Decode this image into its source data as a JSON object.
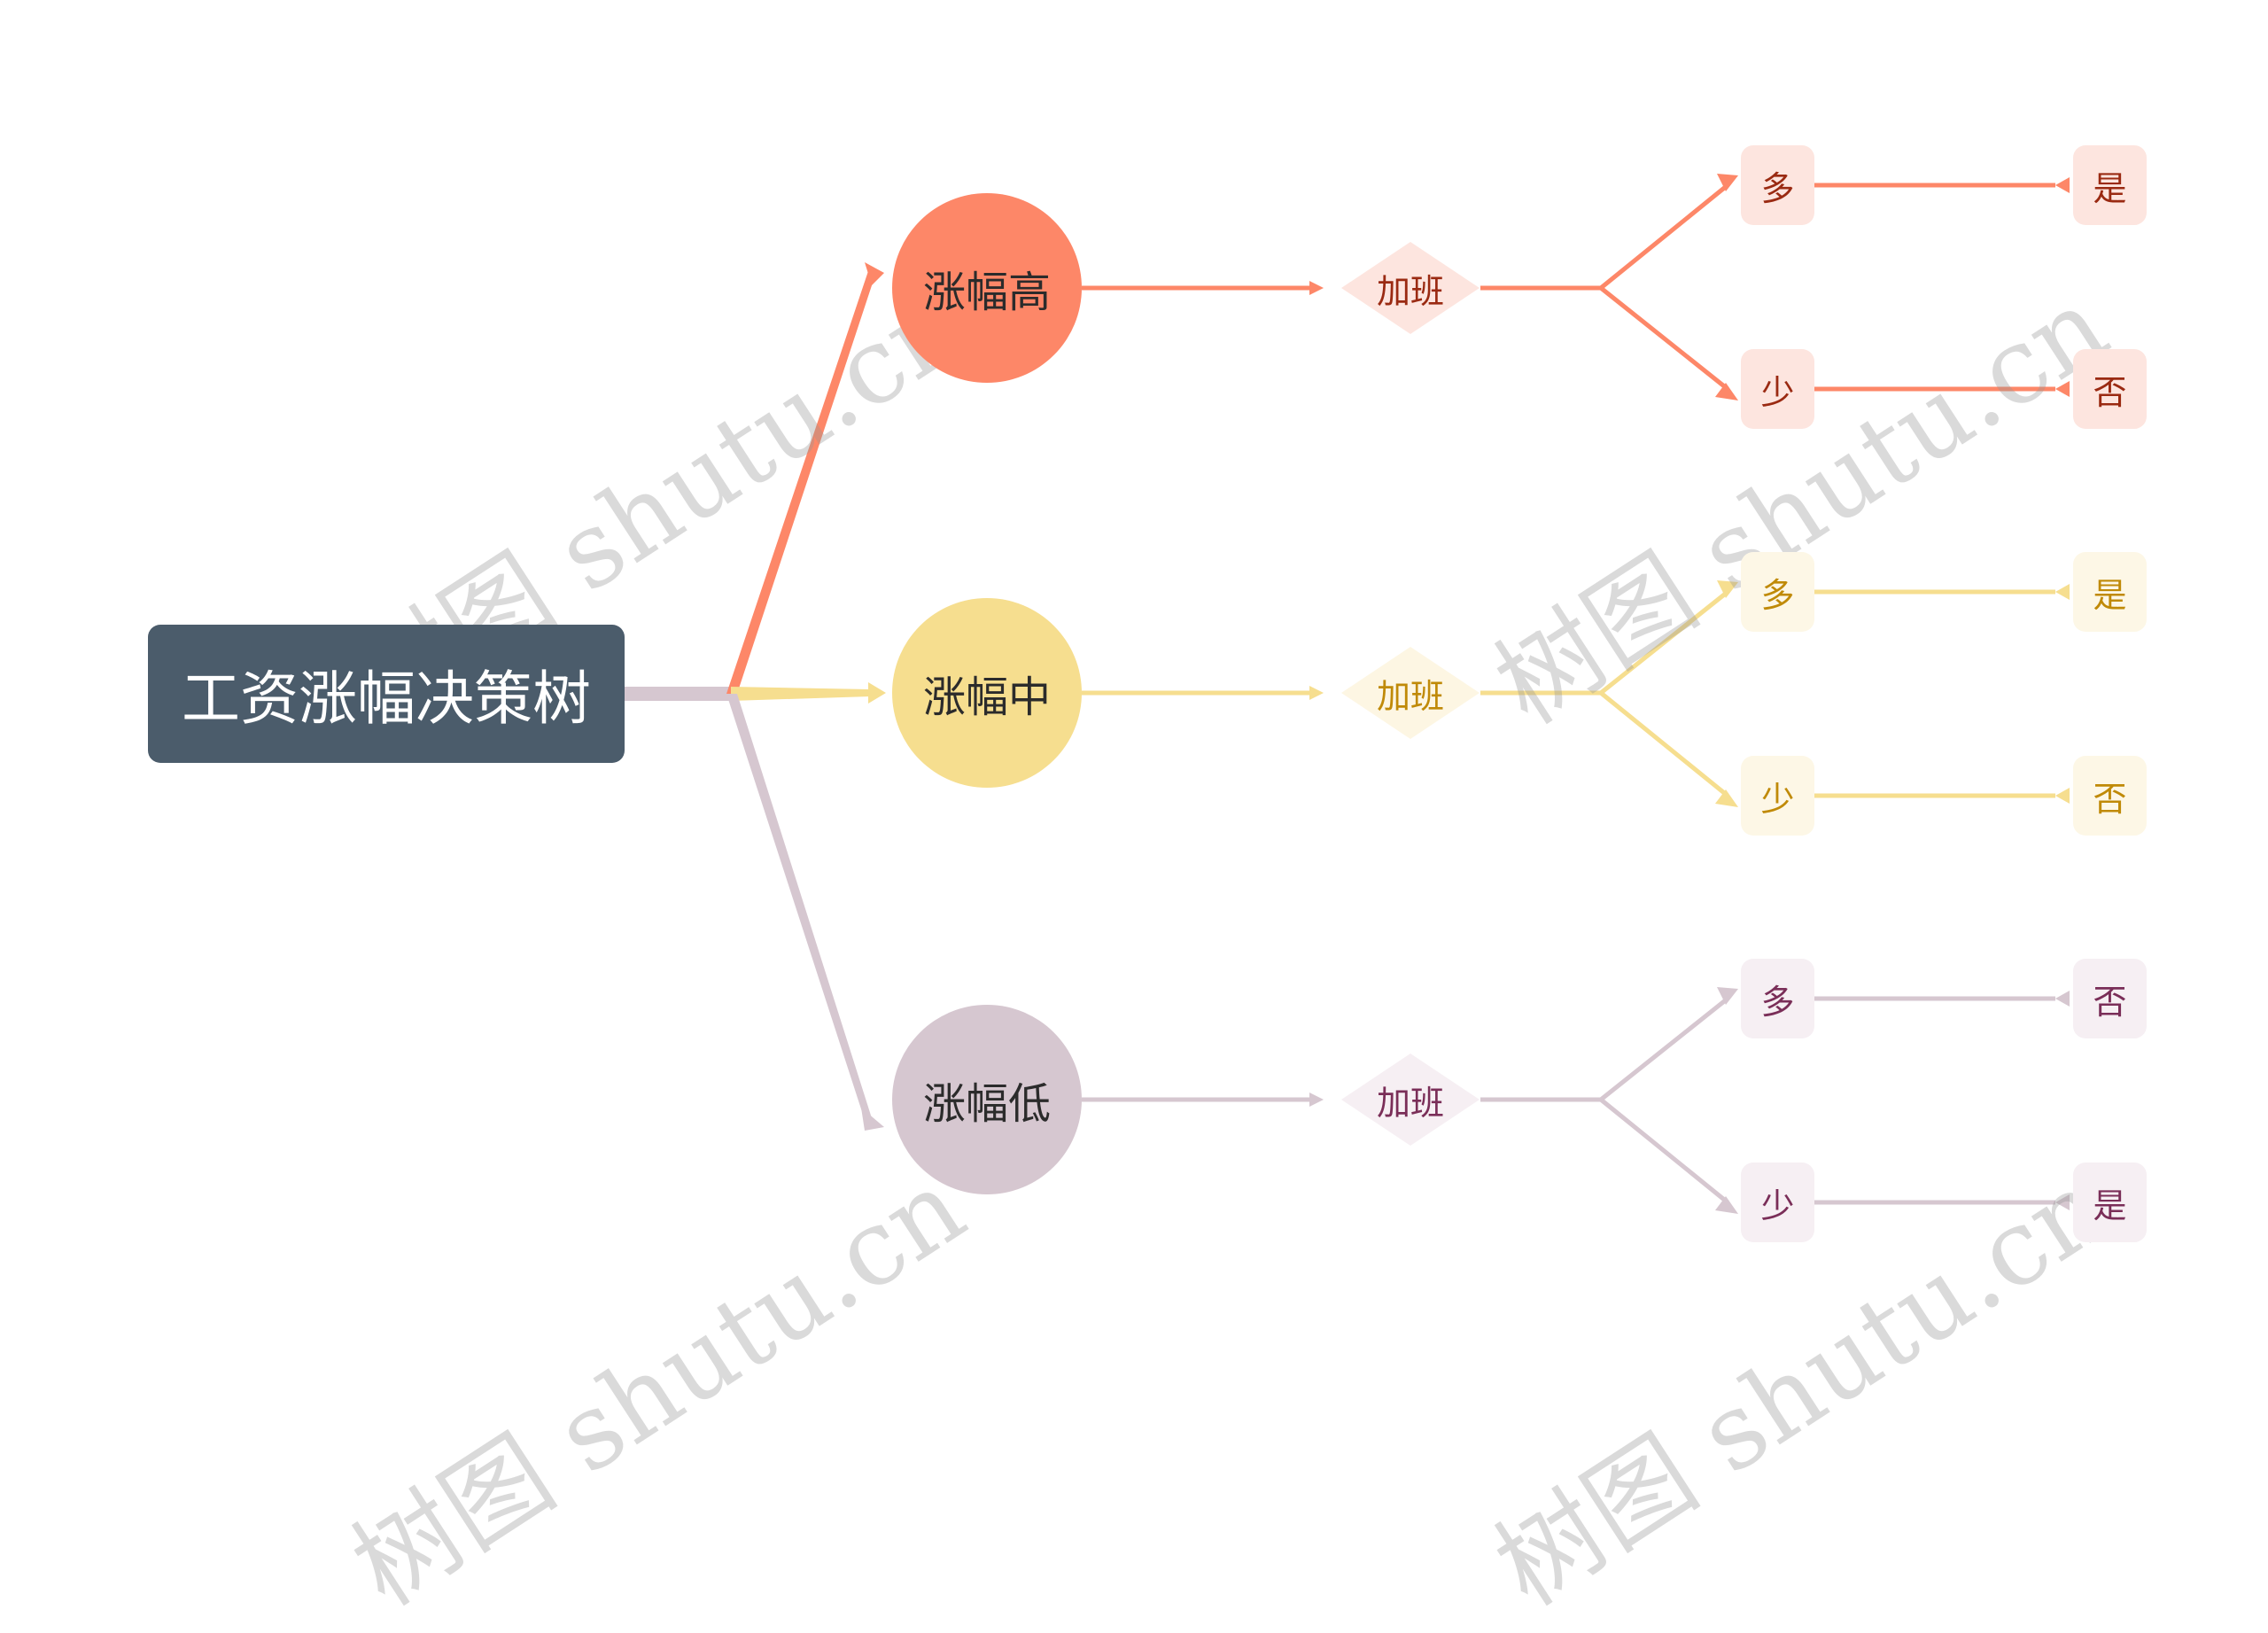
{
  "root": {
    "label": "工资涨幅决策树",
    "color": "#4b5c6b"
  },
  "watermark": {
    "text": "树图 shutu.cn"
  },
  "branches": [
    {
      "label": "涨幅高",
      "color": "#fd8768",
      "decision": {
        "label": "加班",
        "fill": "#fde5df",
        "text_color": "#9a2a12"
      },
      "options": [
        {
          "label": "多",
          "result": "是"
        },
        {
          "label": "少",
          "result": "否"
        }
      ],
      "leaf_fill": "#fde5df",
      "leaf_text": "#9a2a12"
    },
    {
      "label": "涨幅中",
      "color": "#f6de8f",
      "decision": {
        "label": "加班",
        "fill": "#fdf6e3",
        "text_color": "#c08a08"
      },
      "options": [
        {
          "label": "多",
          "result": "是"
        },
        {
          "label": "少",
          "result": "否"
        }
      ],
      "leaf_fill": "#fdf7e6",
      "leaf_text": "#c08a08"
    },
    {
      "label": "涨幅低",
      "color": "#d6c7d0",
      "decision": {
        "label": "加班",
        "fill": "#f6eff3",
        "text_color": "#7a2e58"
      },
      "options": [
        {
          "label": "多",
          "result": "否"
        },
        {
          "label": "少",
          "result": "是"
        }
      ],
      "leaf_fill": "#f6eff3",
      "leaf_text": "#7a2e58"
    }
  ]
}
